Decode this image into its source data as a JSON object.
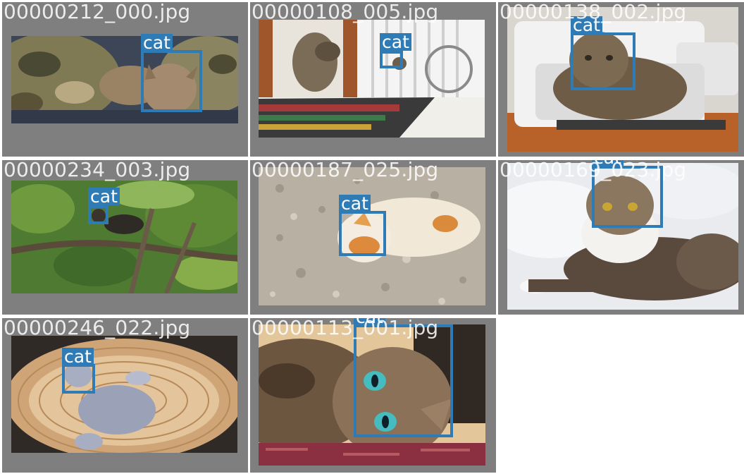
{
  "grid": {
    "tiles": [
      {
        "filename": "00000212_000.jpg",
        "label": "cat"
      },
      {
        "filename": "00000108_005.jpg",
        "label": "cat"
      },
      {
        "filename": "00000138_002.jpg",
        "label": "cat"
      },
      {
        "filename": "00000234_003.jpg",
        "label": "cat"
      },
      {
        "filename": "00000187_025.jpg",
        "label": "cat"
      },
      {
        "filename": "00000169_023.jpg",
        "label": "cat"
      },
      {
        "filename": "00000246_022.jpg",
        "label": "cat"
      },
      {
        "filename": "00000113_001.jpg",
        "label": "cat"
      }
    ]
  },
  "colors": {
    "tile_bg": "#7f7f7f",
    "box": "#2e7bb6",
    "label_text": "#ffffff"
  }
}
